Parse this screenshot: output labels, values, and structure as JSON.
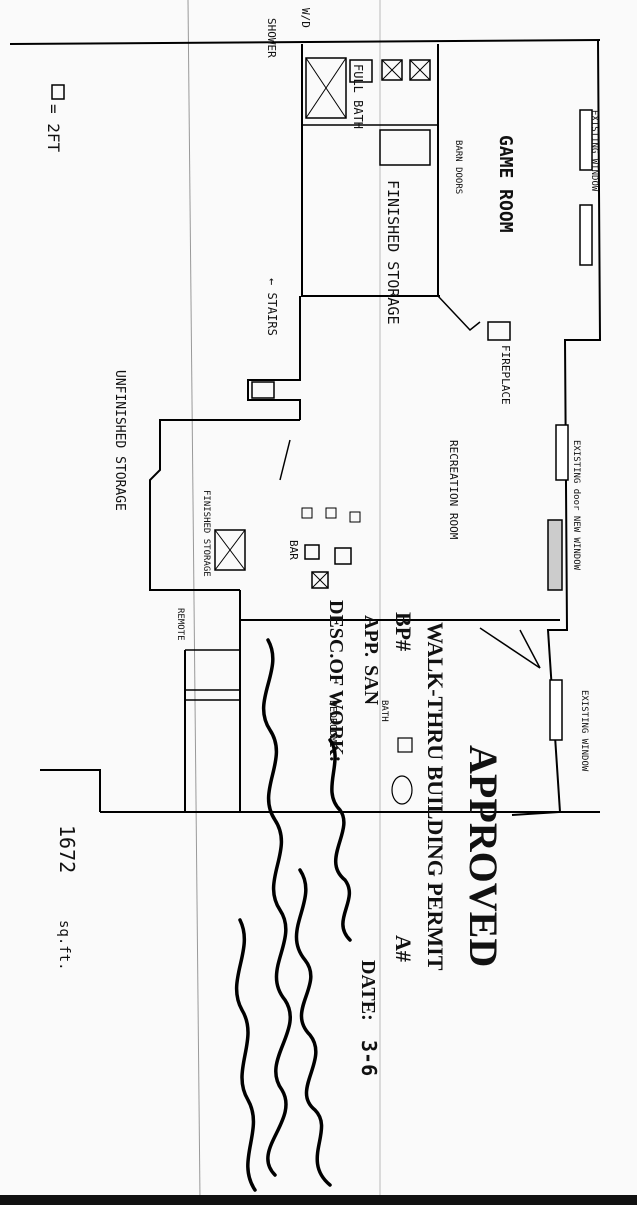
{
  "plan": {
    "scale_note": "= 2FT",
    "total_area": "1672",
    "total_area_unit": "sq.ft.",
    "rooms": {
      "game_room": "GAME ROOM",
      "recreation_room": "RECREATION ROOM",
      "finished_storage": "FINISHED STORAGE",
      "unfinished_storage": "UNFINISHED STORAGE",
      "finished_storage_small": "FINISHED STORAGE",
      "bedroom": "BEDROOM"
    },
    "labels": {
      "shower": "SHOWER",
      "wd": "W/D",
      "full_bath": "FULL BATH",
      "barn_doors": "BARN DOORS",
      "stairs": "← STAIRS",
      "fireplace": "FIREPLACE",
      "bar": "BAR",
      "existing_window": "EXISTING WINDOW",
      "existing_door": "EXISTING door NEW WINDOW",
      "existing_window_2": "EXISTING WINDOW",
      "remote": "REMOTE",
      "bath": "BATH"
    }
  },
  "stamp": {
    "title": "APPROVED",
    "subtitle": "WALK-THRU BUILDING PERMIT",
    "bp_label": "BP#",
    "a_label": "A#",
    "app_label": "APP.",
    "san_label": "SAN",
    "date_label": "DATE:",
    "date_value": "3-6",
    "desc_label": "DESC.OF WORK:"
  },
  "handwriting": {
    "app_name": "Deered",
    "desc": "Finish basement",
    "desc2": "W/ New Bedroom"
  }
}
